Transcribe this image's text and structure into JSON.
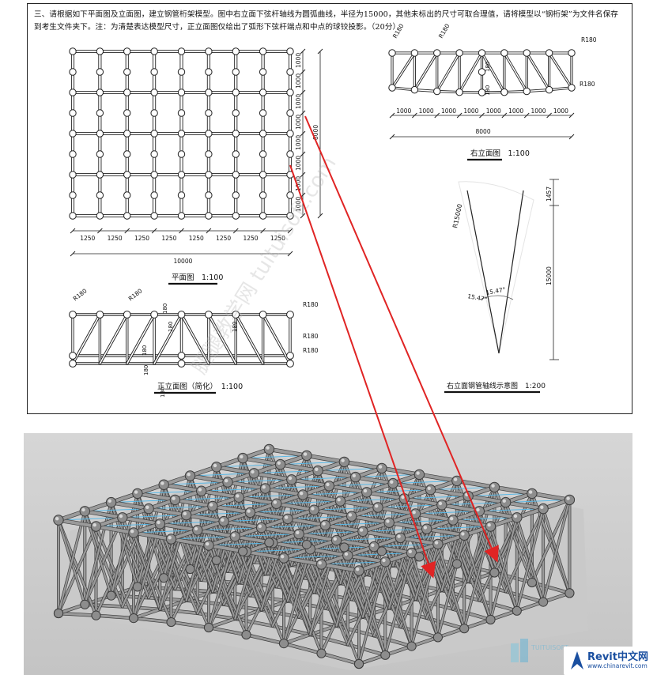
{
  "question": {
    "text": "三、请根据如下平面图及立面图，建立钢管桁架模型。图中右立面下弦杆轴线为圆弧曲线，半径为15000，其他未标出的尺寸可取合理值，请将模型以“钢桁架”为文件名保存到考生文件夹下。注：为清楚表达模型尺寸，正立面图仅绘出了弧形下弦杆端点和中点的球铰投影。（20分）"
  },
  "plan": {
    "caption": "平面图　1:100",
    "x_dims": [
      "1250",
      "1250",
      "1250",
      "1250",
      "1250",
      "1250",
      "1250",
      "1250"
    ],
    "x_total": "10000",
    "y_dims": [
      "1000",
      "1000",
      "1000",
      "1000",
      "1000",
      "1000",
      "1000",
      "1000"
    ],
    "y_total": "8000"
  },
  "front": {
    "caption": "正立面图（简化）　1:100",
    "r_labels": [
      "R180",
      "R180",
      "R180",
      "R180",
      "R180"
    ],
    "v_labels": [
      "180",
      "180",
      "180",
      "180",
      "180",
      "180"
    ]
  },
  "right": {
    "caption": "右立面图　1:100",
    "r_labels": [
      "R180",
      "R180",
      "R180",
      "R180"
    ],
    "v_labels": [
      "180",
      "180"
    ],
    "dims": [
      "1000",
      "1000",
      "1000",
      "1000",
      "1000",
      "1000",
      "1000",
      "1000"
    ],
    "total": "8000"
  },
  "axis": {
    "caption": "右立面钢管轴线示意图　1:200",
    "radius": "R15000",
    "angle_left": "15.47°",
    "angle_right": "15.47°",
    "dim_top": "1457",
    "dim_total": "15000"
  },
  "watermark": {
    "text": "腿腿教学网 tuituisoft.com",
    "mark": "TUITUISOFT"
  },
  "logo": {
    "title": "Revit中文网",
    "url": "www.chinarevit.com"
  },
  "colors": {
    "arrow": "#e02424",
    "frame": "#222222",
    "logo": "#1a4fa0"
  }
}
